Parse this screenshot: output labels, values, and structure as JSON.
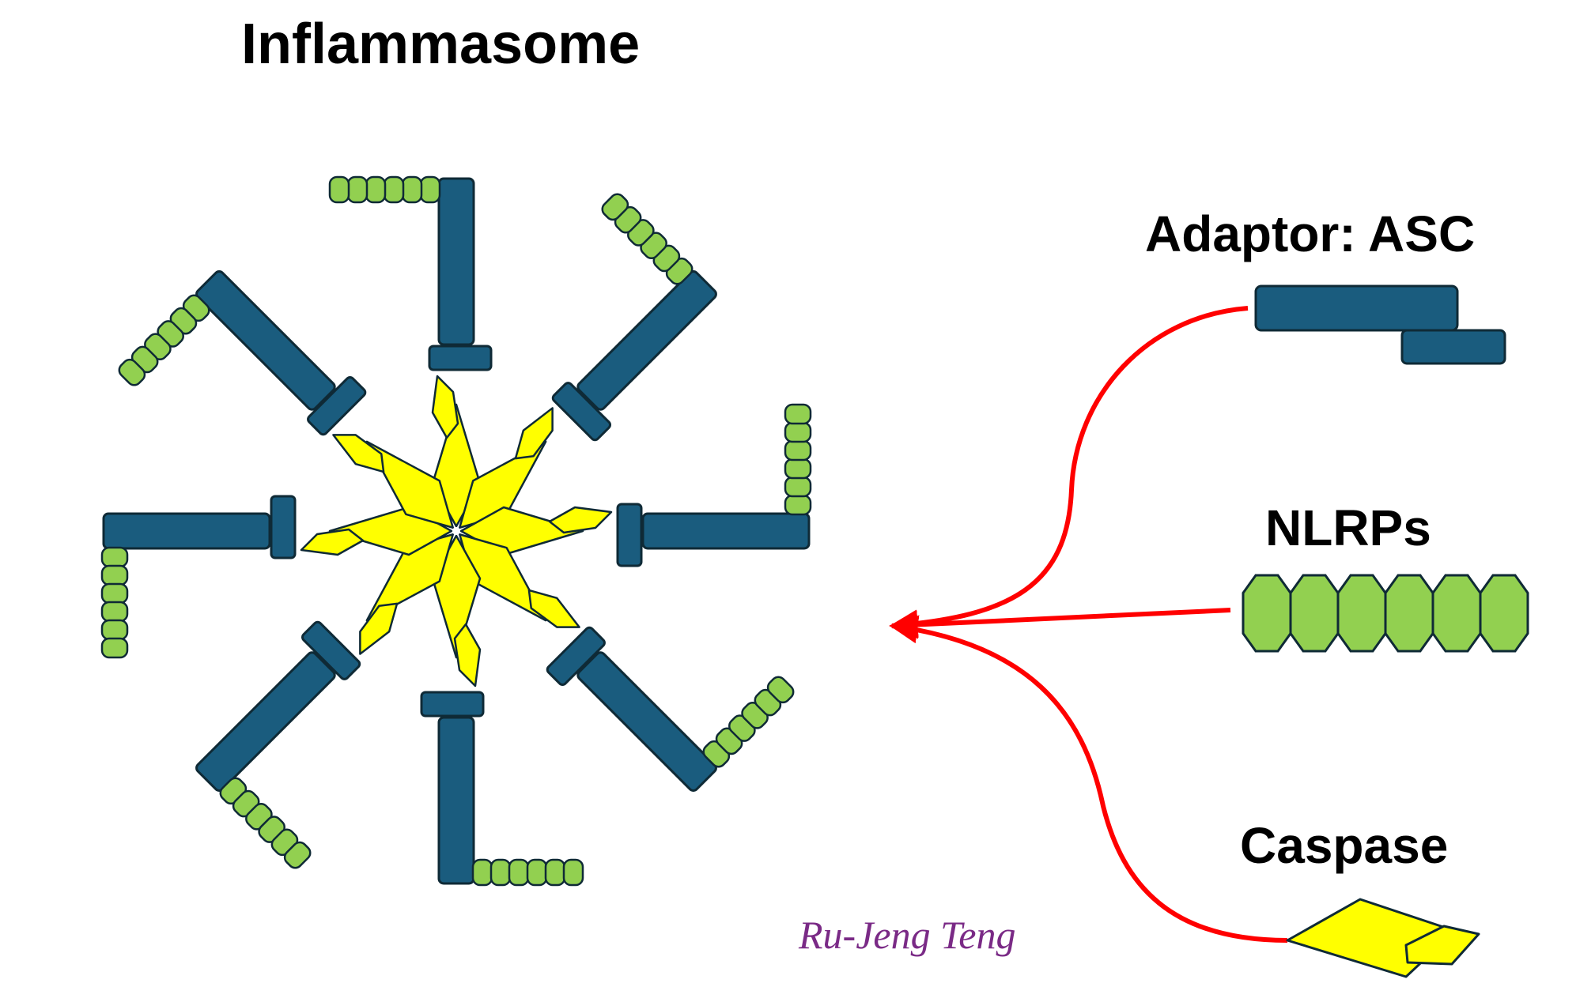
{
  "labels": {
    "title": "Inflammasome",
    "adaptor": "Adaptor: ASC",
    "nlrps": "NLRPs",
    "caspase": "Caspase",
    "signature": "Ru-Jeng Teng"
  },
  "colors": {
    "asc": "#1a5c7e",
    "nlrp": "#92d050",
    "caspase": "#ffff00",
    "outline": "#0f2a36",
    "arrow": "#ff0000",
    "signature": "#7a2a86"
  },
  "structure": {
    "arm_count": 8,
    "nlrp_beads_per_arm": 6
  }
}
